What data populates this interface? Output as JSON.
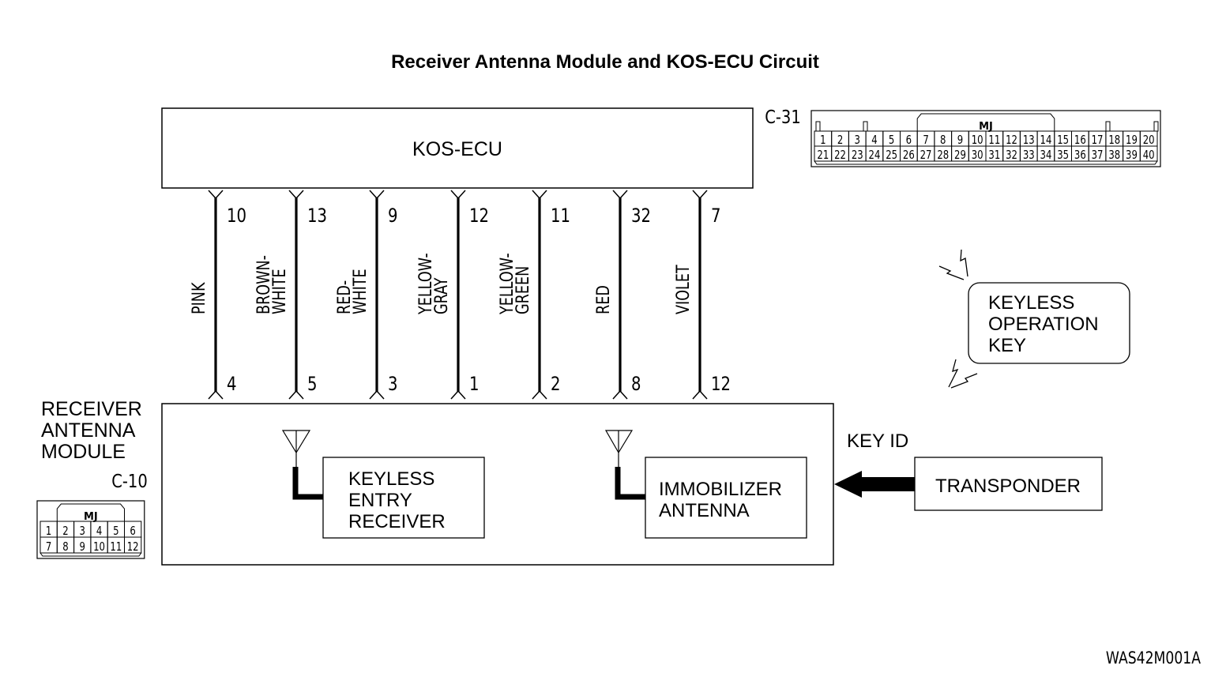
{
  "title": "Receiver Antenna  Module and KOS-ECU Circuit",
  "figure_id": "WAS42M001A",
  "ecu": {
    "label": "KOS-ECU",
    "connector_id": "C-31",
    "connector_tag": "MJ",
    "connector_rows": [
      [
        "1",
        "2",
        "3",
        "4",
        "5",
        "6",
        "7",
        "8",
        "9",
        "10",
        "11",
        "12",
        "13",
        "14",
        "15",
        "16",
        "17",
        "18",
        "19",
        "20"
      ],
      [
        "21",
        "22",
        "23",
        "24",
        "25",
        "26",
        "27",
        "28",
        "29",
        "30",
        "31",
        "32",
        "33",
        "34",
        "35",
        "36",
        "37",
        "38",
        "39",
        "40"
      ]
    ]
  },
  "module": {
    "label_lines": [
      "RECEIVER",
      "ANTENNA",
      "MODULE"
    ],
    "connector_id": "C-10",
    "connector_tag": "MJ",
    "connector_rows": [
      [
        "1",
        "2",
        "3",
        "4",
        "5",
        "6"
      ],
      [
        "7",
        "8",
        "9",
        "10",
        "11",
        "12"
      ]
    ],
    "keyless_entry_receiver": [
      "KEYLESS",
      "ENTRY",
      "RECEIVER"
    ],
    "immobilizer_antenna": [
      "IMMOBILIZER",
      "ANTENNA"
    ]
  },
  "wires": [
    {
      "color_lines": [
        "PINK"
      ],
      "ecu_pin": "10",
      "module_pin": "4"
    },
    {
      "color_lines": [
        "BROWN-",
        "WHITE"
      ],
      "ecu_pin": "13",
      "module_pin": "5"
    },
    {
      "color_lines": [
        "RED-",
        "WHITE"
      ],
      "ecu_pin": "9",
      "module_pin": "3"
    },
    {
      "color_lines": [
        "YELLOW-",
        "GRAY"
      ],
      "ecu_pin": "12",
      "module_pin": "1"
    },
    {
      "color_lines": [
        "YELLOW-",
        "GREEN"
      ],
      "ecu_pin": "11",
      "module_pin": "2"
    },
    {
      "color_lines": [
        "RED"
      ],
      "ecu_pin": "32",
      "module_pin": "8"
    },
    {
      "color_lines": [
        "VIOLET"
      ],
      "ecu_pin": "7",
      "module_pin": "12"
    }
  ],
  "keyless_operation_key": [
    "KEYLESS",
    "OPERATION",
    "KEY"
  ],
  "transponder": {
    "label": "TRANSPONDER",
    "signal_label": "KEY ID"
  },
  "colors": {
    "line": "#000000",
    "background": "#ffffff"
  }
}
